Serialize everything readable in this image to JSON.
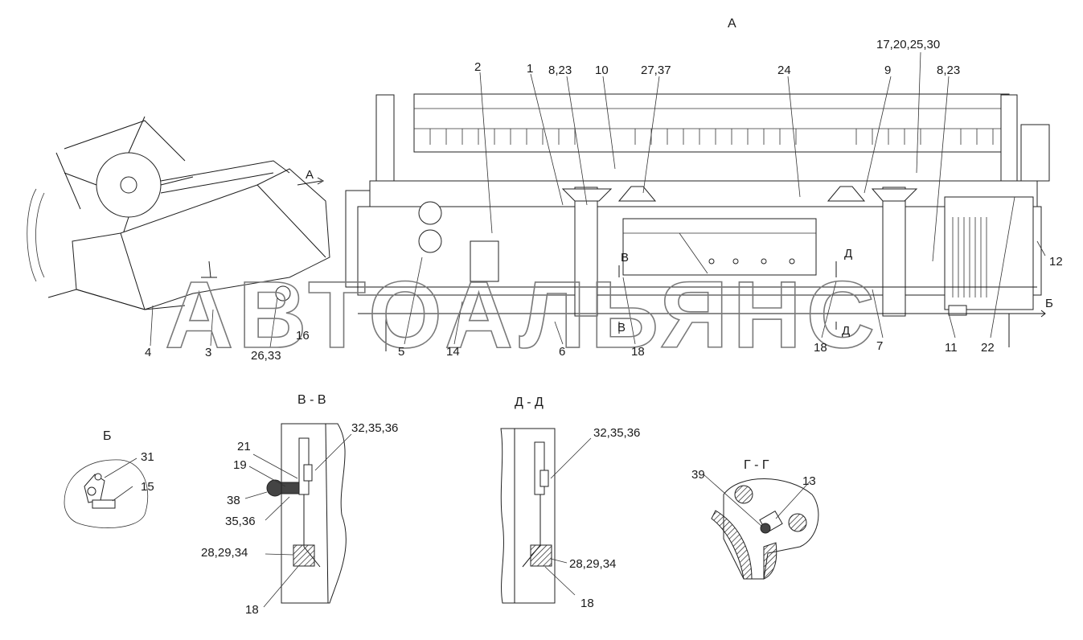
{
  "watermark": "АВТОАЛЬЯНС",
  "view_titles": {
    "a": "А",
    "b": "Б",
    "vv": "В - В",
    "dd": "Д - Д",
    "gg": "Г - Г"
  },
  "callouts": {
    "c2": "2",
    "c1": "1",
    "c8_23a": "8,23",
    "c10": "10",
    "c27_37": "27,37",
    "c24": "24",
    "c9": "9",
    "c17_20_25_30": "17,20,25,30",
    "c8_23b": "8,23",
    "c12": "12",
    "c_b_mark": "Б",
    "c22": "22",
    "c11": "11",
    "c7": "7",
    "c_d_low": "Д",
    "c18a": "18",
    "c18b": "18",
    "c_v_low": "В",
    "c6": "6",
    "c14": "14",
    "c5": "5",
    "c_v_up": "В",
    "c_d_up": "Д",
    "c_a_arrow": "А",
    "c4": "4",
    "c3": "3",
    "c16": "16",
    "c26_33": "26,33",
    "b31": "31",
    "b15": "15",
    "v32_35_36": "32,35,36",
    "v21": "21",
    "v19": "19",
    "v38": "38",
    "v35_36": "35,36",
    "v28_29_34": "28,29,34",
    "v18": "18",
    "d32_35_36": "32,35,36",
    "d28_29_34": "28,29,34",
    "d18": "18",
    "g39": "39",
    "g13": "13"
  }
}
